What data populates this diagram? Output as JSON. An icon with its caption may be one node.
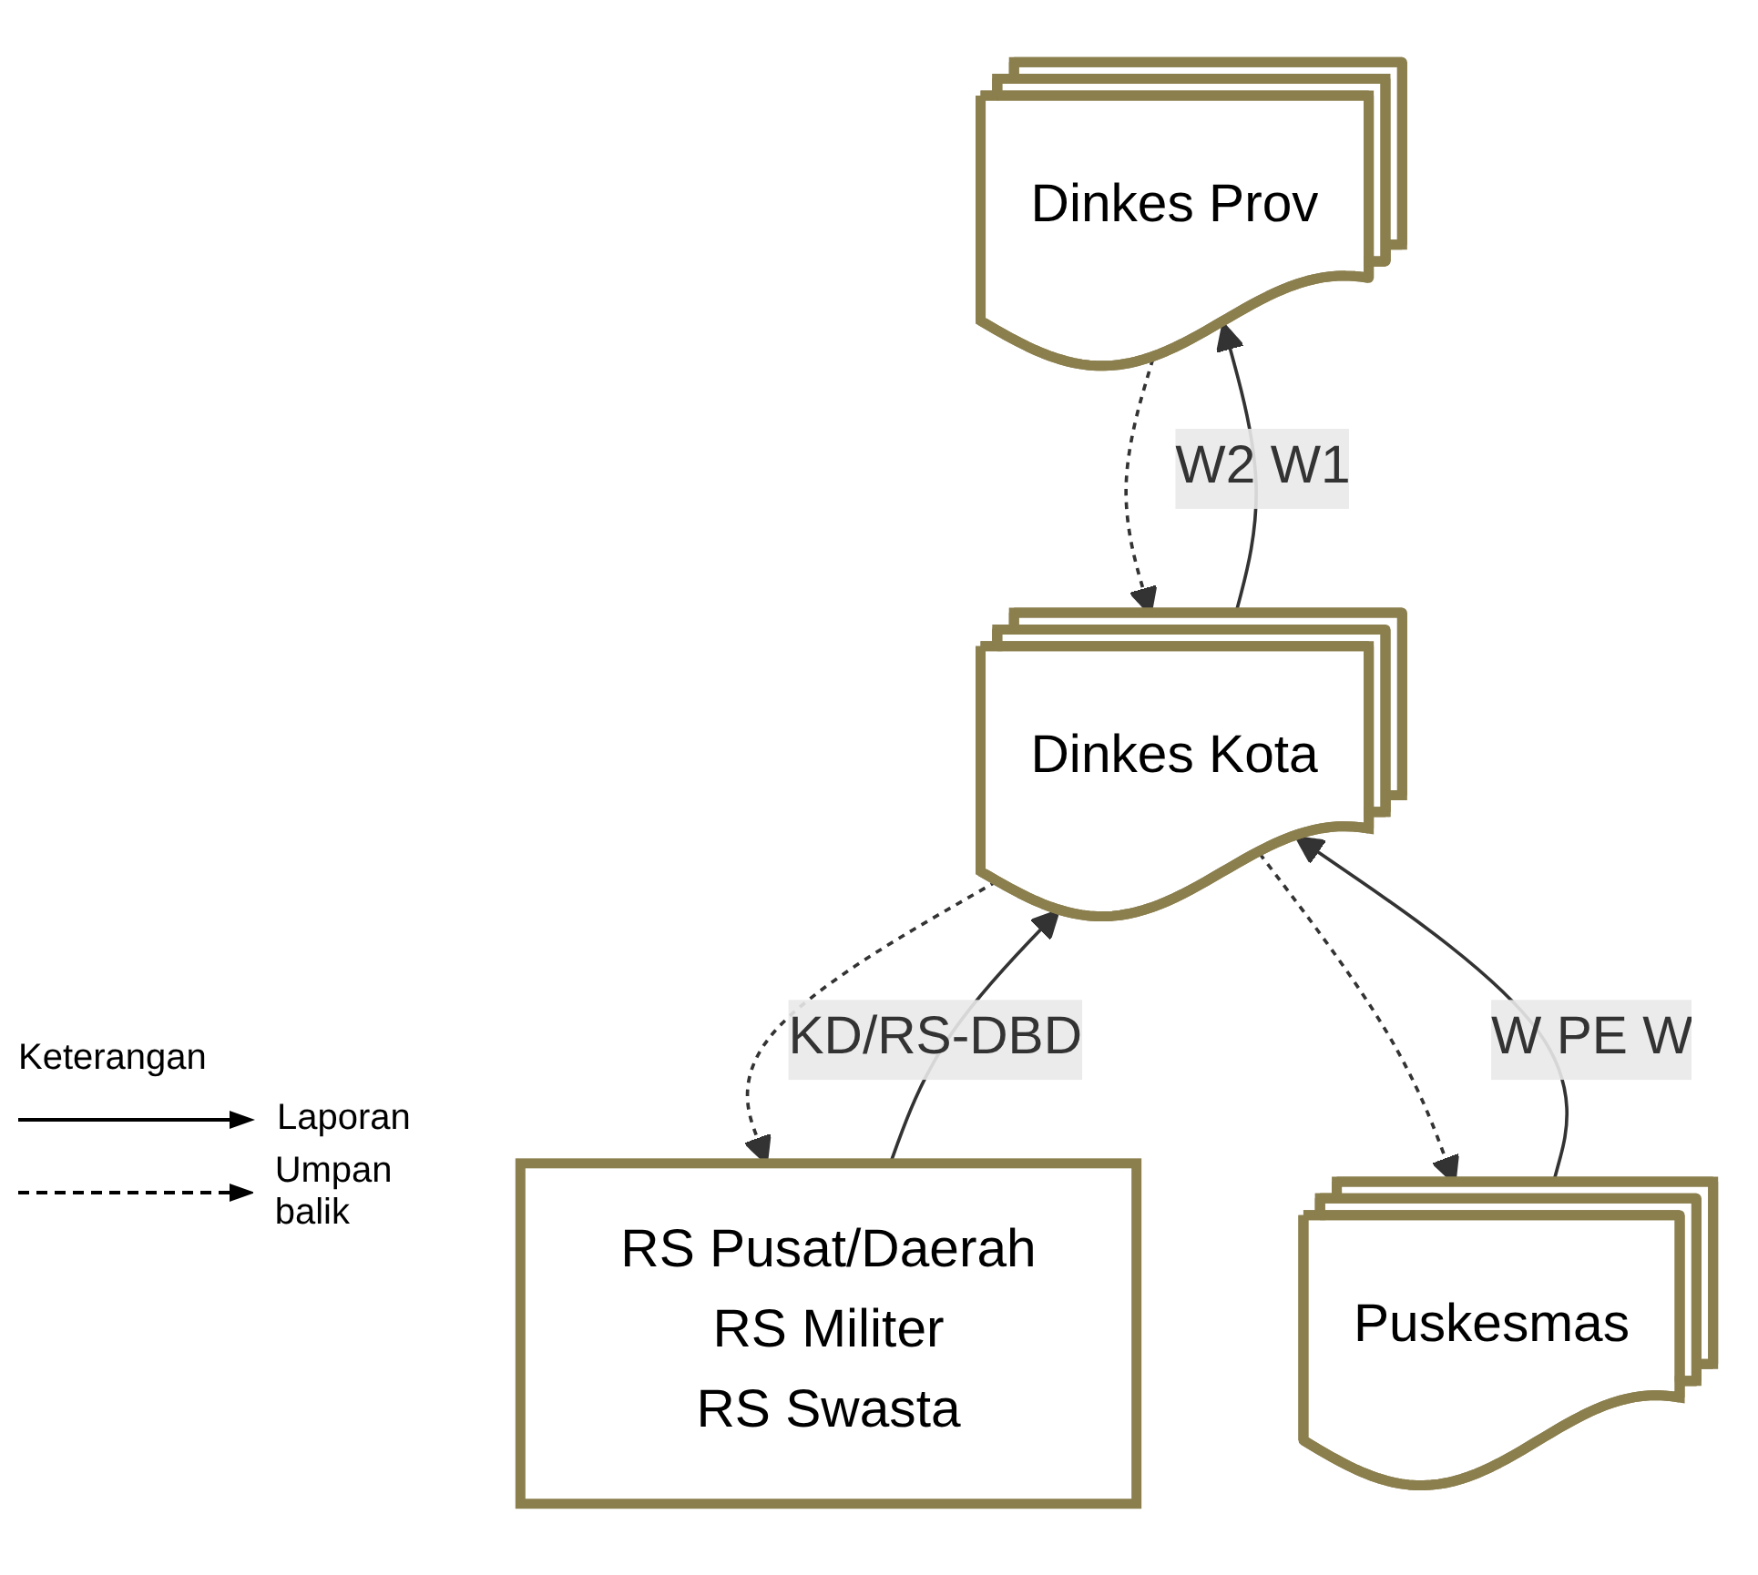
{
  "diagram": {
    "nodes": [
      {
        "text": [
          "Dinkes Prov"
        ]
      },
      {
        "text": [
          "RS Pusat/Daerah",
          "RS Militer",
          "RS Swasta"
        ]
      },
      {
        "text": [
          "Dinkes Kota"
        ]
      },
      {
        "text": [
          "Puskesmas"
        ]
      }
    ],
    "edges": [
      {
        "from": 2,
        "to": 0,
        "arrow": "to",
        "label": "W2 W1"
      },
      {
        "from": 0,
        "to": 2,
        "arrow": "to",
        "style": "dashed"
      },
      {
        "from": 1,
        "to": 2,
        "arrow": "to",
        "label": "KD/RS-DBD"
      },
      {
        "from": 2,
        "to": 1,
        "arrow": "to",
        "style": "dashed"
      },
      {
        "from": 3,
        "to": 2,
        "arrow": "to",
        "label": "W PE W"
      },
      {
        "from": 2,
        "to": 3,
        "arrow": "to",
        "style": "dashed"
      }
    ],
    "labels": [
      "Keterangan"
    ],
    "legend": [
      {
        "text": "Laporan"
      },
      {
        "text": "Umpan balik"
      }
    ]
  }
}
